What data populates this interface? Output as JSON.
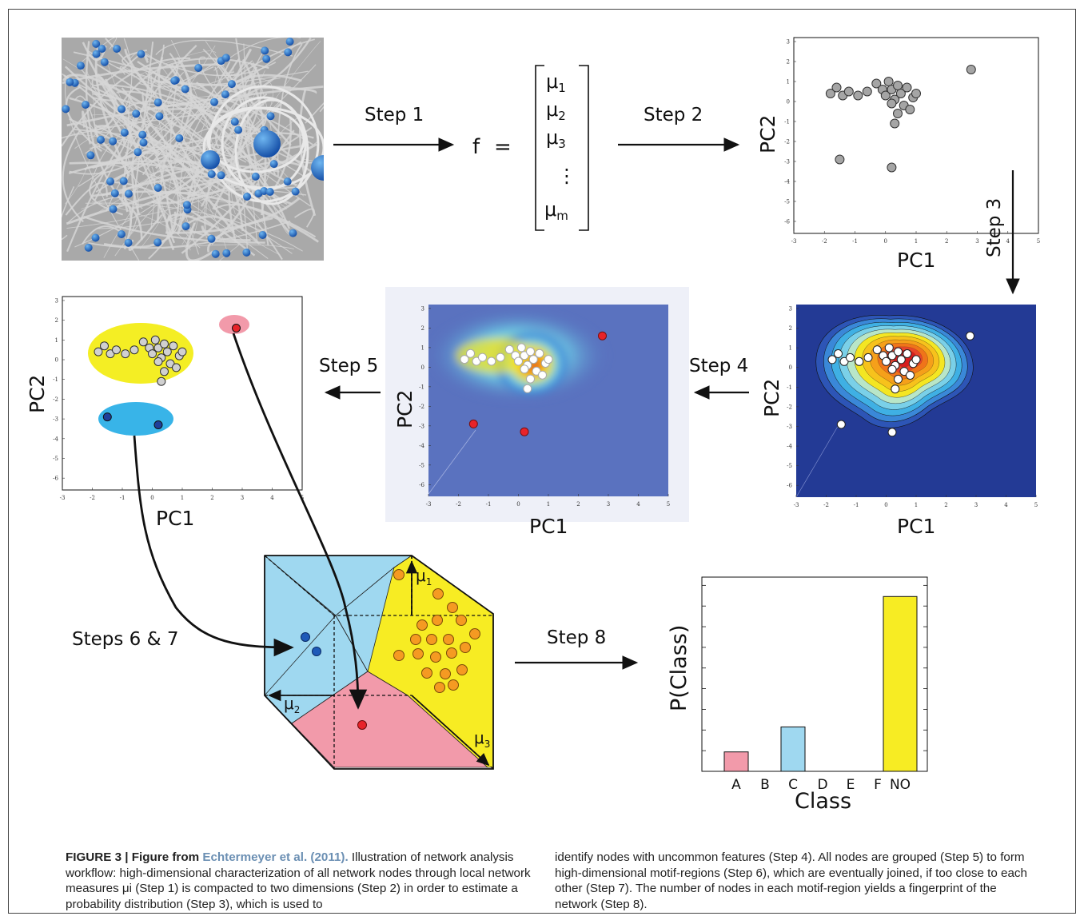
{
  "steps": {
    "s1": "Step 1",
    "s2": "Step 2",
    "s3": "Step 3",
    "s4": "Step 4",
    "s5": "Step 5",
    "s67": "Steps 6 & 7",
    "s8": "Step 8"
  },
  "vector": {
    "f": "f",
    "eq": "=",
    "entries": [
      "μ1",
      "μ2",
      "μ3",
      "⋮",
      "μm"
    ]
  },
  "axes": {
    "pc1": "PC1",
    "pc2": "PC2",
    "x_ticks": [
      "-3",
      "-2",
      "-1",
      "0",
      "1",
      "2",
      "3",
      "4",
      "5"
    ],
    "y_ticks": [
      "3",
      "2",
      "1",
      "0",
      "-1",
      "-2",
      "-3",
      "-4",
      "-5",
      "-6"
    ]
  },
  "cube": {
    "mu1": "μ1",
    "mu2": "μ2",
    "mu3": "μ3"
  },
  "chart_data": {
    "type": "bar",
    "categories": [
      "A",
      "B",
      "C",
      "D",
      "E",
      "F",
      "NO"
    ],
    "values": [
      0.07,
      0,
      0.16,
      0,
      0,
      0,
      0.63
    ],
    "colors": [
      "#f29aaa",
      "#ffffff",
      "#9fd8f0",
      "#ffffff",
      "#ffffff",
      "#ffffff",
      "#f7ec23"
    ],
    "xlabel": "Class",
    "ylabel": "P(Class)",
    "ylim": [
      0,
      0.7
    ]
  },
  "caption": {
    "label": "FIGURE 3 | Figure from ",
    "ref": "Echtermeyer et al. (2011).",
    "text1": " Illustration of network analysis workflow: high-dimensional characterization of all network nodes through local network measures μi (Step 1) is compacted to two dimensions (Step 2) in order to estimate a probability distribution (Step 3), which is used to",
    "text2": "identify nodes with uncommon features (Step 4). All nodes are grouped (Step 5) to form high-dimensional motif-regions (Step 6), which are eventually joined, if too close to each other (Step 7). The number of nodes in each motif-region yields a fingerprint of the network (Step 8)."
  },
  "colors": {
    "node_blue": "#1f6fc4",
    "edge_gray": "#b0b0b0",
    "ellipse_yellow": "#f4ee24",
    "ellipse_blue": "#38b4e8",
    "outlier_red": "#e8232a",
    "link_blue": "#6b8fb3"
  }
}
